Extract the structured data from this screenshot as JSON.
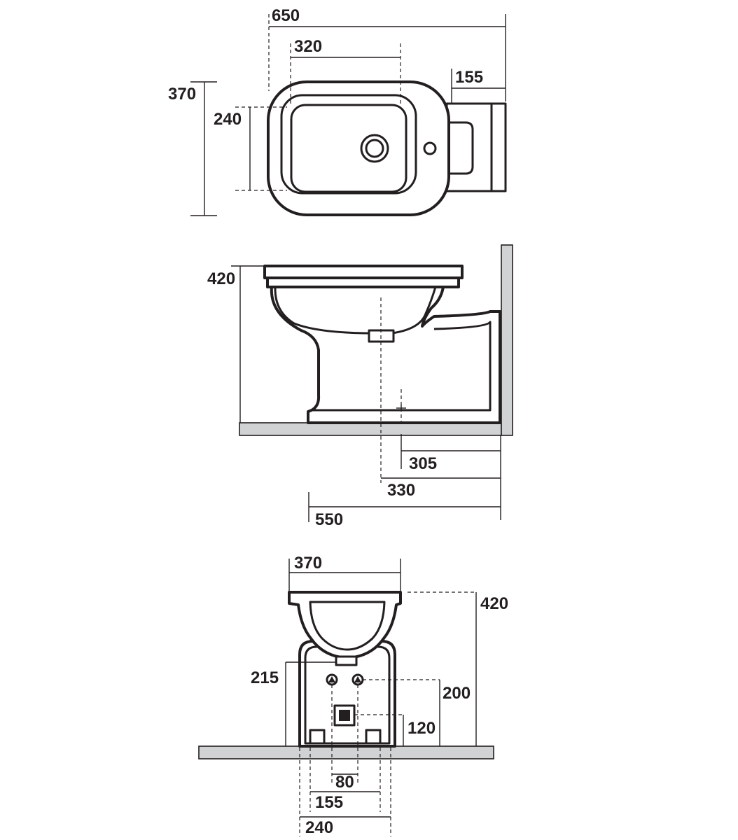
{
  "top_view": {
    "width_overall": "650",
    "bowl_length": "320",
    "bracket_depth": "155",
    "overall_depth": "370",
    "bowl_depth": "240"
  },
  "side_view": {
    "height": "420",
    "outlet_from_wall": "305",
    "center_from_wall": "330",
    "projection": "550"
  },
  "front_view": {
    "width": "370",
    "height": "420",
    "inlet_height": "215",
    "fixing_height": "200",
    "outlet_height": "120",
    "fixing_spacing": "80",
    "base_inner": "155",
    "base_outer": "240"
  }
}
